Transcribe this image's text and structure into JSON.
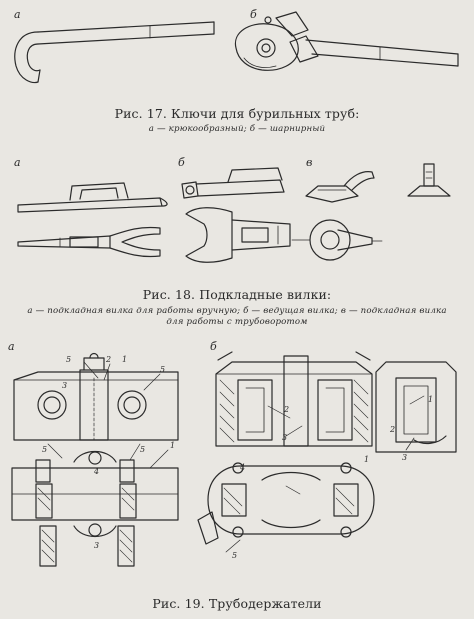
{
  "fig17": {
    "title": "Рис. 17. Ключи для бурильных труб:",
    "sub": "а — крюкообразный; б — шарнирный",
    "letters": [
      "а",
      "б"
    ]
  },
  "fig18": {
    "title": "Рис. 18. Подкладные вилки:",
    "sub_line1": "а — подкладная вилка для работы вручную; б — ведущая вилка; в — подкладная вилка",
    "sub_line2": "для работы с трубоворотом",
    "letters": [
      "а",
      "б",
      "в"
    ]
  },
  "fig19": {
    "title": "Рис. 19. Трубодержатели",
    "letters": [
      "а",
      "б"
    ],
    "numbers_a": [
      "5",
      "2",
      "1",
      "3",
      "5",
      "1",
      "5",
      "5",
      "4",
      "3"
    ],
    "numbers_b": [
      "2",
      "3",
      "1",
      "2",
      "4",
      "5",
      "1",
      "3"
    ]
  }
}
